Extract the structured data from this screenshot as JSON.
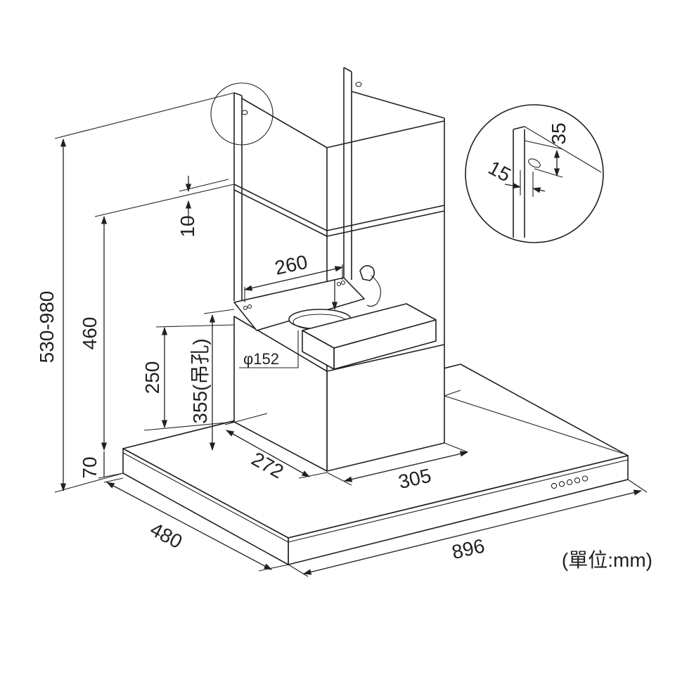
{
  "dimensions": {
    "height_range": "530-980",
    "chimney_to_top": "460",
    "bottom_bracket_gap": "250",
    "hanging_hole": "355(吊孔)",
    "top_offset": "10",
    "bracket_width": "260",
    "duct_diameter": "φ152",
    "canopy_height": "70",
    "chimney_depth": "272",
    "chimney_width": "305",
    "canopy_depth": "480",
    "canopy_width": "896"
  },
  "detail": {
    "hole_vertical": "35",
    "hole_horizontal": "15"
  },
  "unit_label": "(單位:mm)",
  "control_panel": {
    "button_count": 5
  },
  "colors": {
    "line": "#231f20",
    "background": "#ffffff"
  }
}
